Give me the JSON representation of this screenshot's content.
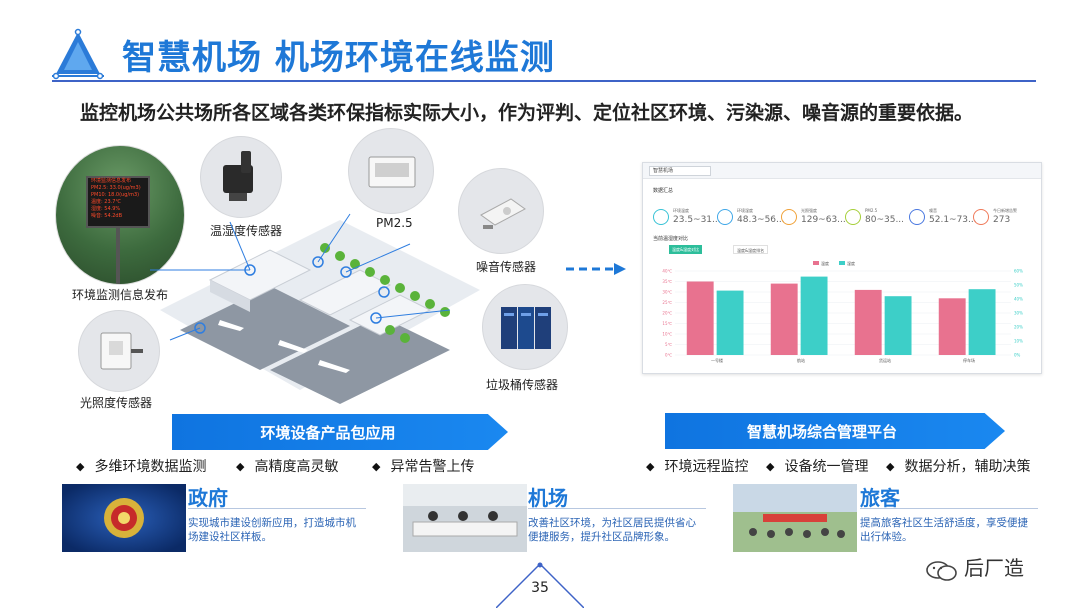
{
  "header": {
    "title": "智慧机场 机场环境在线监测",
    "subtitle": "监控机场公共场所各区域各类环保指标实际大小，作为评判、定位社区环境、污染源、噪音源的重要依据。"
  },
  "colors": {
    "brand_blue": "#1e78d7",
    "ribbon_blue": "#1580e8",
    "card_text_blue": "#2b64b5",
    "bar_pink": "#e8728f",
    "bar_teal": "#3dcfc8"
  },
  "devices": {
    "board": "环境监测信息发布",
    "board_screen_lines": [
      "环境监测信息发布",
      "PM2.5: 33.0(ug/m3)",
      "PM10: 18.0(ug/m3)",
      "温度: 23.7℃",
      "湿度: 54.9%",
      "噪音: 54.2dB"
    ],
    "temp_humidity": "温湿度传感器",
    "pm25": "PM2.5",
    "noise": "噪音传感器",
    "light": "光照度传感器",
    "trash_bin": "垃圾桶传感器"
  },
  "dashboard": {
    "select_value": "智慧机场",
    "section_summary": "数据汇总",
    "stats": [
      {
        "name": "环境温度",
        "value": "23.5~31...",
        "icon": "thermometer-icon"
      },
      {
        "name": "环境湿度",
        "value": "48.3~56...",
        "icon": "droplet-icon"
      },
      {
        "name": "光照强度",
        "value": "129~63...",
        "icon": "sun-icon"
      },
      {
        "name": "PM2.5",
        "value": "80~35...",
        "icon": "pm-icon"
      },
      {
        "name": "噪音",
        "value": "52.1~73...",
        "icon": "noise-icon"
      },
      {
        "name": "今日新增告警",
        "value": "273",
        "icon": "alarm-icon"
      }
    ],
    "section_trend": "当前温湿度对比",
    "tabs": [
      "温度&湿度对比",
      "温度&湿度排名"
    ],
    "legend": [
      "温度",
      "湿度"
    ]
  },
  "chart_data": {
    "type": "bar",
    "categories": [
      "一号楼",
      "航站",
      "货运站",
      "停车场"
    ],
    "series": [
      {
        "name": "温度",
        "values": [
          35,
          34,
          31,
          27
        ]
      },
      {
        "name": "湿度",
        "values": [
          46,
          56,
          42,
          47
        ]
      }
    ],
    "ylim_left": [
      0,
      40
    ],
    "ylim_right": [
      0,
      60
    ],
    "left_ticks": [
      "0℃",
      "5℃",
      "10℃",
      "15℃",
      "20℃",
      "25℃",
      "30℃",
      "35℃",
      "40℃"
    ],
    "right_ticks": [
      "0%",
      "10%",
      "20%",
      "30%",
      "40%",
      "50%",
      "60%"
    ],
    "grid": true,
    "legend_position": "top-center"
  },
  "ribbons": {
    "left": "环境设备产品包应用",
    "right": "智慧机场综合管理平台"
  },
  "bullets_left": [
    "多维环境数据监测",
    "高精度高灵敏",
    "异常告警上传"
  ],
  "bullets_right": [
    "环境远程监控",
    "设备统一管理",
    "数据分析，辅助决策"
  ],
  "cards": [
    {
      "title": "政府",
      "text": "实现城市建设创新应用，打造城市机场建设社区样板。"
    },
    {
      "title": "机场",
      "text": "改善社区环境，为社区居民提供省心便捷服务，提升社区品牌形象。"
    },
    {
      "title": "旅客",
      "text": "提高旅客社区生活舒适度，享受便捷出行体验。"
    }
  ],
  "page": {
    "number": "35"
  },
  "watermark": {
    "text": "后厂造"
  }
}
